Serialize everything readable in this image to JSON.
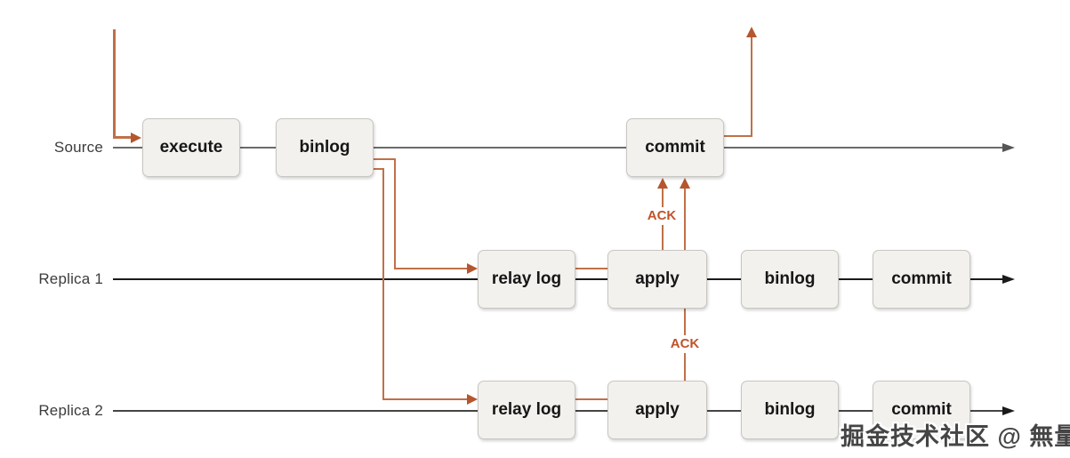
{
  "diagram": {
    "rows": [
      {
        "label": "Source",
        "boxes": [
          "execute",
          "binlog",
          "commit"
        ]
      },
      {
        "label": "Replica 1",
        "boxes": [
          "relay log",
          "apply",
          "binlog",
          "commit"
        ]
      },
      {
        "label": "Replica 2",
        "boxes": [
          "relay log",
          "apply",
          "binlog",
          "commit"
        ]
      }
    ],
    "ack_labels": {
      "replica1": "ACK",
      "replica2": "ACK"
    },
    "watermark": "掘金技术社区 @ 無量",
    "colors": {
      "flow_line": "#c07048",
      "flow_arrowhead": "#b5562e",
      "ack_text": "#c2522a",
      "box_fill": "#f2f1ee",
      "box_border": "#c9c6c2",
      "source_timeline": "#6a6a6a",
      "replica_timeline": "#1a1a1a"
    }
  }
}
